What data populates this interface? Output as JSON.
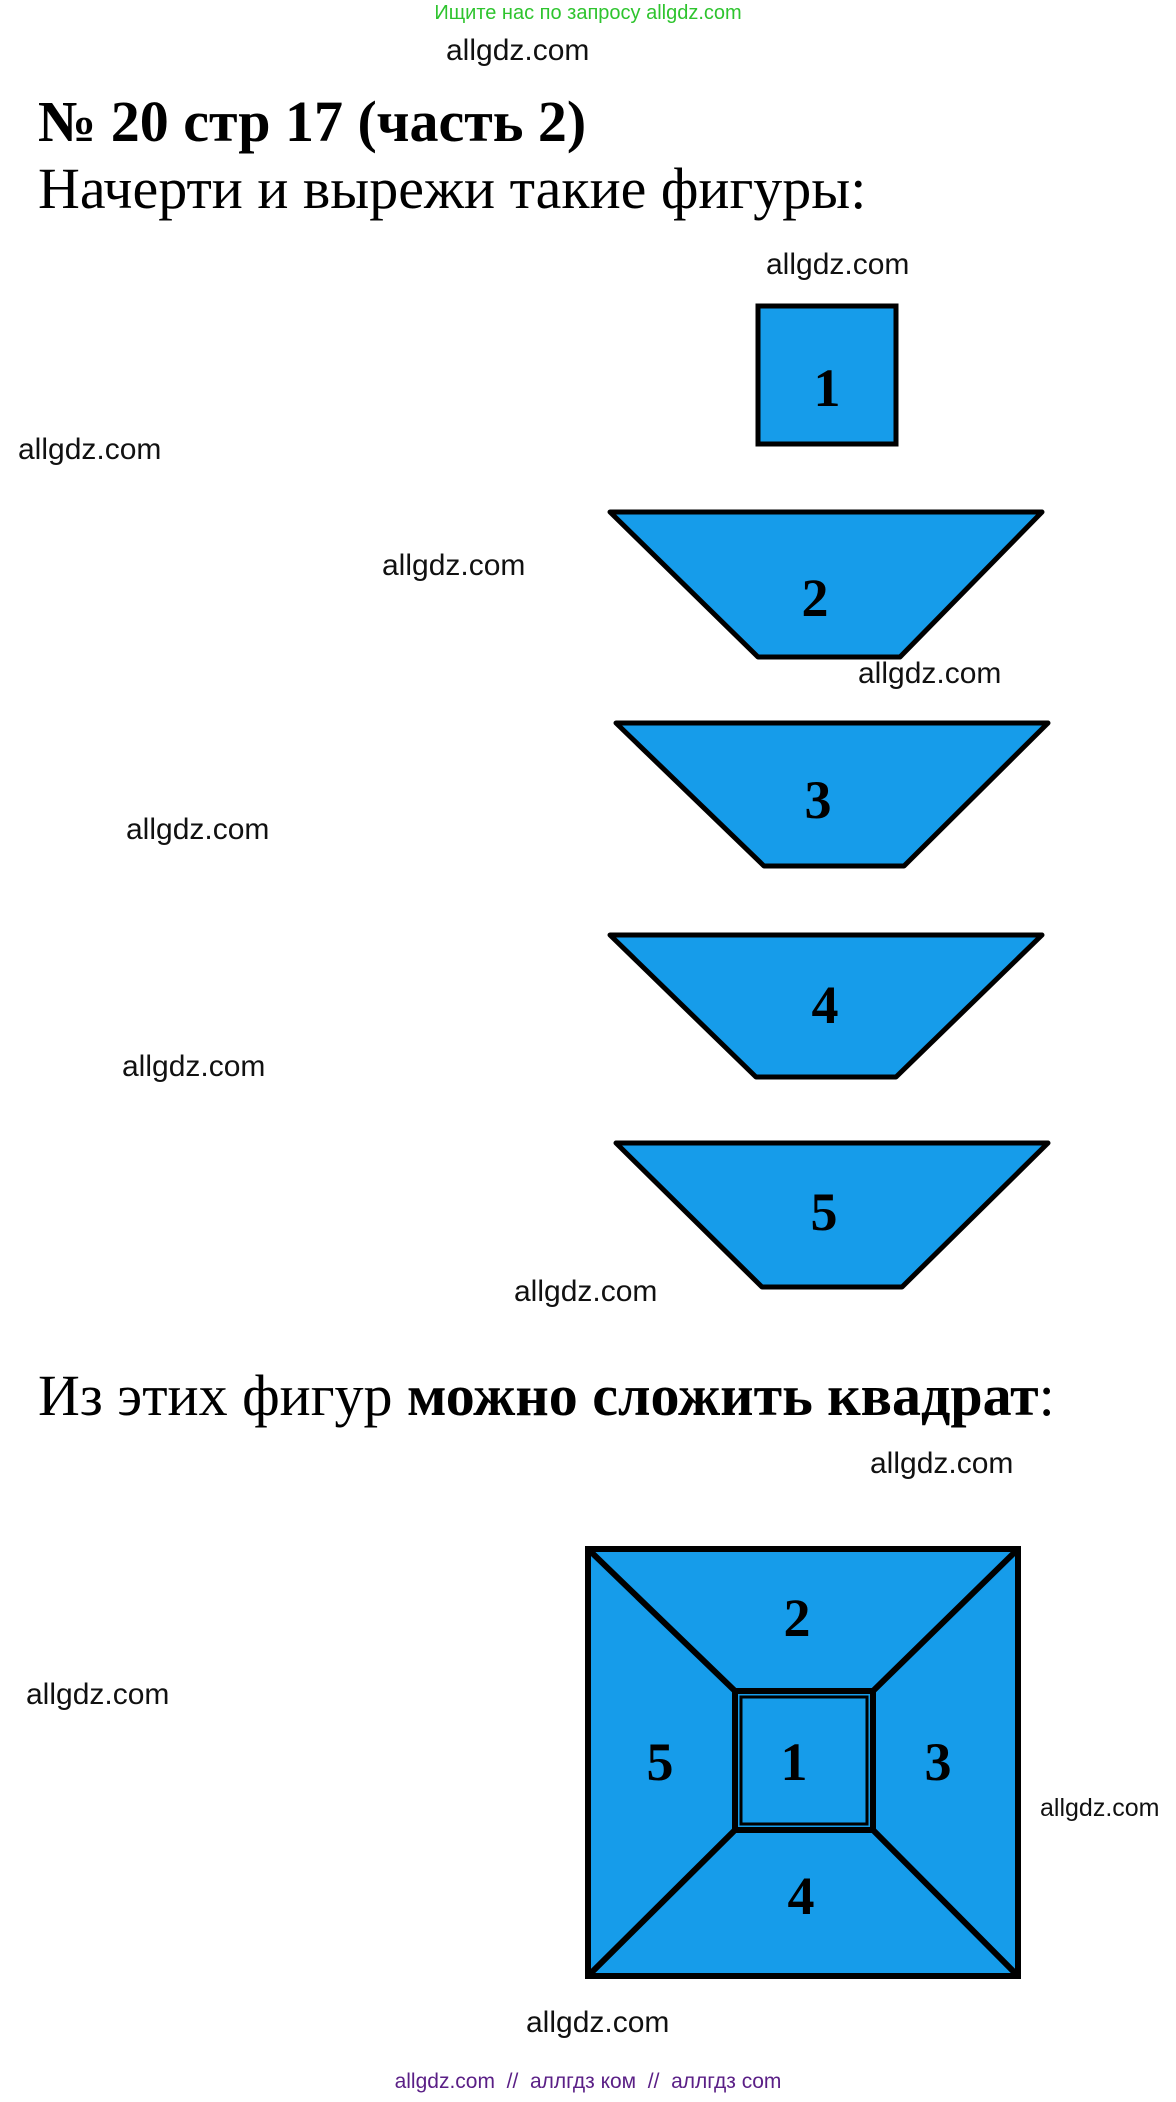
{
  "banner": "Ищите нас по запросу allgdz.com",
  "watermark": "allgdz.com",
  "title": "№ 20 стр 17 (часть 2)",
  "instruction": "Начерти и вырежи такие фигуры:",
  "shapes": [
    "1",
    "2",
    "3",
    "4",
    "5"
  ],
  "conclusion": {
    "prefix": "Из этих фигур ",
    "bold": "можно сложить квадрат",
    "suffix": ":"
  },
  "assembled": {
    "top": "2",
    "left": "5",
    "center": "1",
    "right": "3",
    "bottom": "4"
  },
  "footer": "allgdz.com  //  аллгдз ком  //  аллгдз com",
  "colors": {
    "shape_fill": "#169cea",
    "banner": "#2ec42e",
    "footer": "#5a1f86"
  }
}
